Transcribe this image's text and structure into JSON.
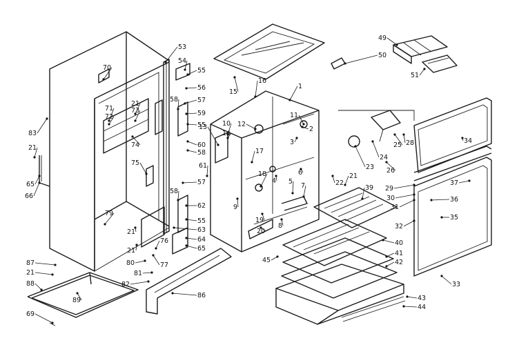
{
  "labels": [
    {
      "text": "70"
    },
    {
      "text": "53"
    },
    {
      "text": "54"
    },
    {
      "text": "55"
    },
    {
      "text": "56"
    },
    {
      "text": "57"
    },
    {
      "text": "59"
    },
    {
      "text": "58"
    },
    {
      "text": "55"
    },
    {
      "text": "60"
    },
    {
      "text": "58"
    },
    {
      "text": "71"
    },
    {
      "text": "72"
    },
    {
      "text": "73"
    },
    {
      "text": "21"
    },
    {
      "text": "74"
    },
    {
      "text": "83"
    },
    {
      "text": "21"
    },
    {
      "text": "65"
    },
    {
      "text": "66"
    },
    {
      "text": "75"
    },
    {
      "text": "79"
    },
    {
      "text": "21"
    },
    {
      "text": "57"
    },
    {
      "text": "58"
    },
    {
      "text": "62"
    },
    {
      "text": "55"
    },
    {
      "text": "63"
    },
    {
      "text": "64"
    },
    {
      "text": "65"
    },
    {
      "text": "21"
    },
    {
      "text": "76"
    },
    {
      "text": "77"
    },
    {
      "text": "80"
    },
    {
      "text": "81"
    },
    {
      "text": "82"
    },
    {
      "text": "86"
    },
    {
      "text": "87"
    },
    {
      "text": "21"
    },
    {
      "text": "88"
    },
    {
      "text": "89"
    },
    {
      "text": "69"
    },
    {
      "text": "15"
    },
    {
      "text": "16"
    },
    {
      "text": "1"
    },
    {
      "text": "13"
    },
    {
      "text": "10"
    },
    {
      "text": "14"
    },
    {
      "text": "12"
    },
    {
      "text": "61"
    },
    {
      "text": "17"
    },
    {
      "text": "18"
    },
    {
      "text": "9"
    },
    {
      "text": "19"
    },
    {
      "text": "20"
    },
    {
      "text": "8"
    },
    {
      "text": "4"
    },
    {
      "text": "5"
    },
    {
      "text": "7"
    },
    {
      "text": "6"
    },
    {
      "text": "3"
    },
    {
      "text": "2"
    },
    {
      "text": "11"
    },
    {
      "text": "49"
    },
    {
      "text": "50"
    },
    {
      "text": "51"
    },
    {
      "text": "23"
    },
    {
      "text": "24"
    },
    {
      "text": "25"
    },
    {
      "text": "26"
    },
    {
      "text": "28"
    },
    {
      "text": "34"
    },
    {
      "text": "22"
    },
    {
      "text": "21"
    },
    {
      "text": "39"
    },
    {
      "text": "29"
    },
    {
      "text": "30"
    },
    {
      "text": "31"
    },
    {
      "text": "37"
    },
    {
      "text": "36"
    },
    {
      "text": "35"
    },
    {
      "text": "32"
    },
    {
      "text": "40"
    },
    {
      "text": "41"
    },
    {
      "text": "42"
    },
    {
      "text": "45"
    },
    {
      "text": "33"
    },
    {
      "text": "43"
    },
    {
      "text": "44"
    }
  ]
}
